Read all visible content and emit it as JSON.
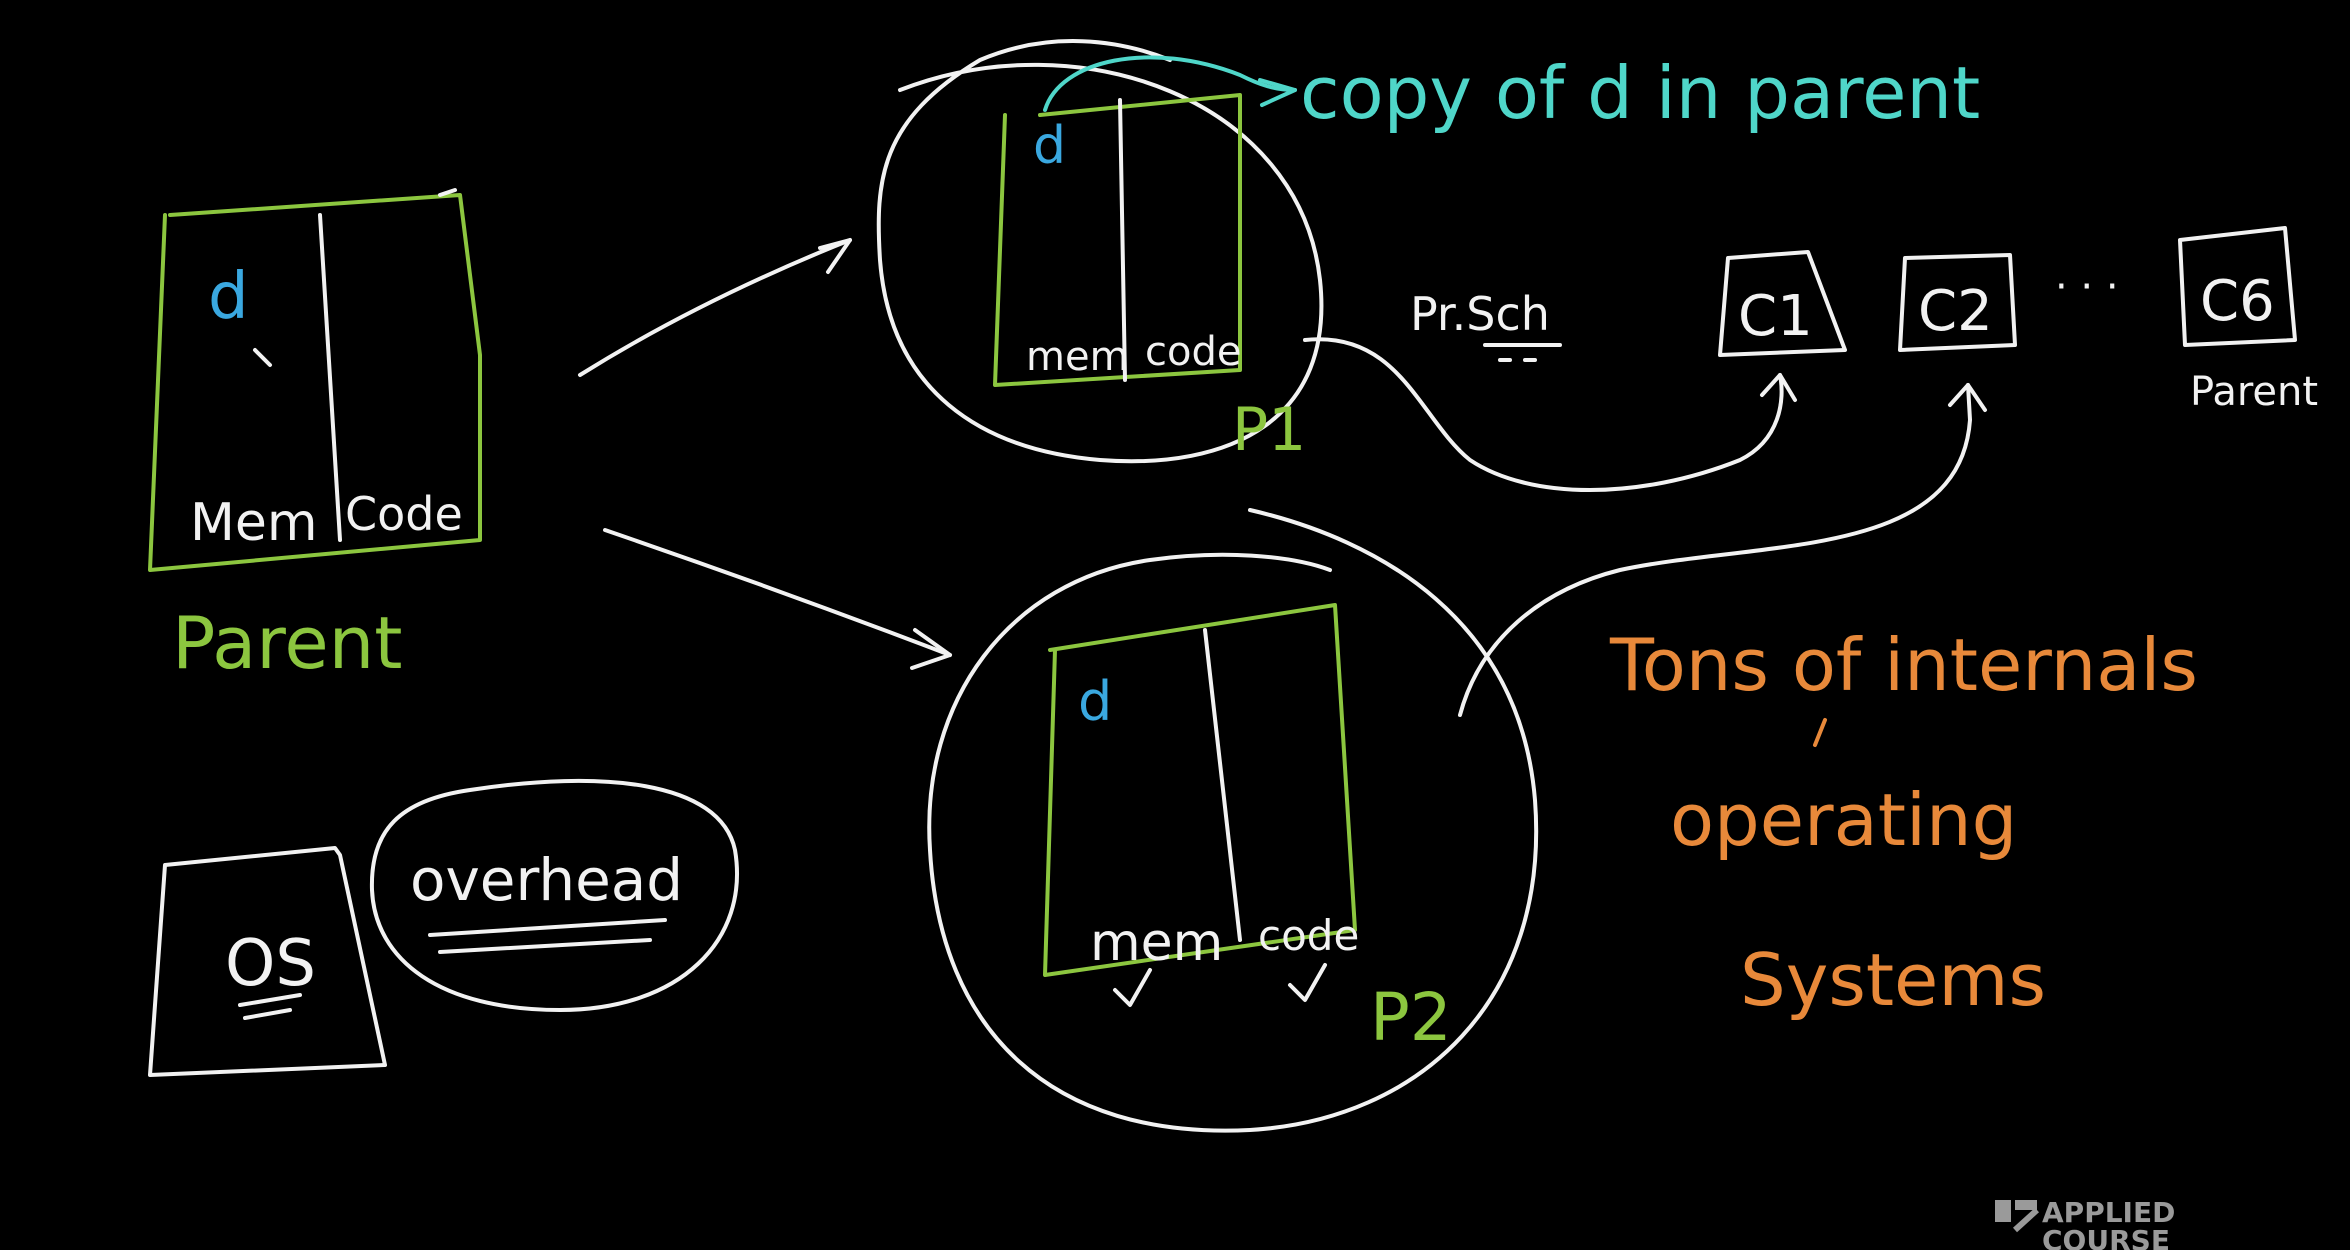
{
  "parent": {
    "var": "d",
    "mem": "Mem",
    "code": "Code",
    "label": "Parent"
  },
  "p1": {
    "var": "d",
    "mem": "mem",
    "code": "code",
    "label": "P1",
    "annotation": "copy of d in parent"
  },
  "p2": {
    "var": "d",
    "mem": "mem",
    "code": "code",
    "label": "P2"
  },
  "scheduler": {
    "label": "Pr.Sch"
  },
  "cores": {
    "c1": "C1",
    "c2": "C2",
    "dots": "· · ·",
    "c6": "C6",
    "c6_note": "Parent"
  },
  "os": {
    "label": "OS",
    "overhead": "overhead"
  },
  "note": {
    "line1": "Tons of internals",
    "line2": "operating",
    "line3": "Systems"
  },
  "brand": {
    "line1": "APPLIED",
    "line2": "COURSE"
  }
}
